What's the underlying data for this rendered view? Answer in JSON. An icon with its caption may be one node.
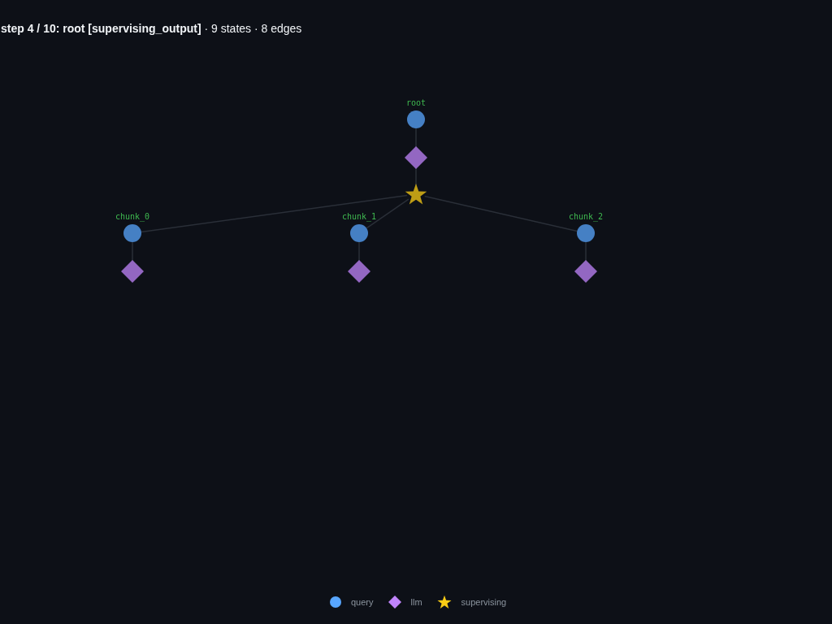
{
  "diagram": {
    "title": "**step 4 / 10: root [supervising_output]** · 9 states · 8 edges",
    "nodes": [
      {
        "text": [],
        "shape": "circle",
        "beside": [
          "root"
        ]
      },
      {
        "text": [],
        "shape": "diamond"
      },
      {
        "text": [],
        "shape": "star"
      },
      {
        "text": [],
        "shape": "circle",
        "beside": [
          "chunk_0"
        ]
      },
      {
        "text": [],
        "shape": "circle",
        "beside": [
          "chunk_1"
        ]
      },
      {
        "text": [],
        "shape": "circle",
        "beside": [
          "chunk_2"
        ]
      },
      {
        "text": [],
        "shape": "diamond"
      },
      {
        "text": [],
        "shape": "diamond"
      },
      {
        "text": [],
        "shape": "diamond"
      }
    ],
    "edges": [
      {
        "from": 0,
        "to": 1,
        "arrow": "none"
      },
      {
        "from": 1,
        "to": 2,
        "arrow": "none"
      },
      {
        "from": 2,
        "to": 3,
        "arrow": "none"
      },
      {
        "from": 2,
        "to": 4,
        "arrow": "none"
      },
      {
        "from": 2,
        "to": 5,
        "arrow": "none"
      },
      {
        "from": 3,
        "to": 6,
        "arrow": "none"
      },
      {
        "from": 4,
        "to": 7,
        "arrow": "none"
      },
      {
        "from": 5,
        "to": 8,
        "arrow": "none"
      }
    ],
    "legend": [
      {
        "text": "query",
        "color": "#58a6ff"
      },
      {
        "text": "llm",
        "color": "#c084fc"
      },
      {
        "text": "supervising",
        "color": "#facc15"
      }
    ]
  }
}
